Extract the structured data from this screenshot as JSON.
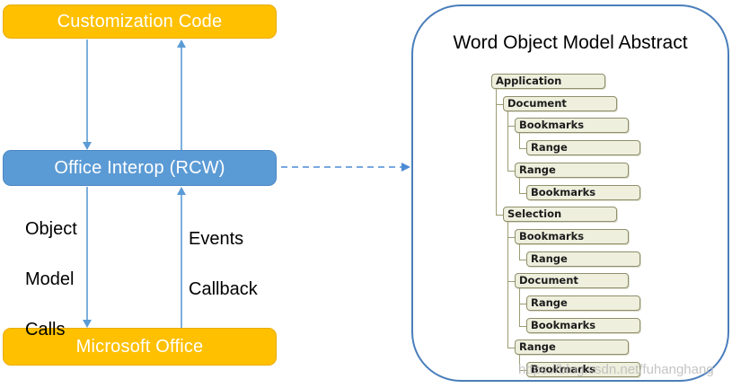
{
  "diagram": {
    "boxes": {
      "customization": "Customization Code",
      "interop": "Office Interop (RCW)",
      "msoffice": "Microsoft Office"
    },
    "labels": {
      "object_model_calls": [
        "Object",
        "Model",
        "Calls"
      ],
      "events_callback": [
        "Events",
        "Callback"
      ]
    }
  },
  "word_object_model": {
    "title": "Word Object Model Abstract",
    "tree": [
      {
        "label": "Application",
        "level": 0
      },
      {
        "label": "Document",
        "level": 1
      },
      {
        "label": "Bookmarks",
        "level": 2
      },
      {
        "label": "Range",
        "level": 3
      },
      {
        "label": "Range",
        "level": 2
      },
      {
        "label": "Bookmarks",
        "level": 3
      },
      {
        "label": "Selection",
        "level": 1
      },
      {
        "label": "Bookmarks",
        "level": 2
      },
      {
        "label": "Range",
        "level": 3
      },
      {
        "label": "Document",
        "level": 2
      },
      {
        "label": "Range",
        "level": 3
      },
      {
        "label": "Bookmarks",
        "level": 3
      },
      {
        "label": "Range",
        "level": 2
      },
      {
        "label": "Bookmarks",
        "level": 3
      }
    ]
  },
  "watermark": {
    "text": "https://blog.csdn.net/fuhanghang"
  },
  "colors": {
    "box_orange": "#FFC000",
    "box_blue": "#5B9BD5",
    "box_text": "#FFFFFF",
    "arrow_blue": "#5B9BD5",
    "container_border": "#4A7EBB",
    "tree_node_fill": "#EFEFDE",
    "tree_node_border": "#8F8F6B",
    "tree_connector": "#9C9C73",
    "label_text": "#000000",
    "watermark_gray": "#BCBCBC"
  }
}
